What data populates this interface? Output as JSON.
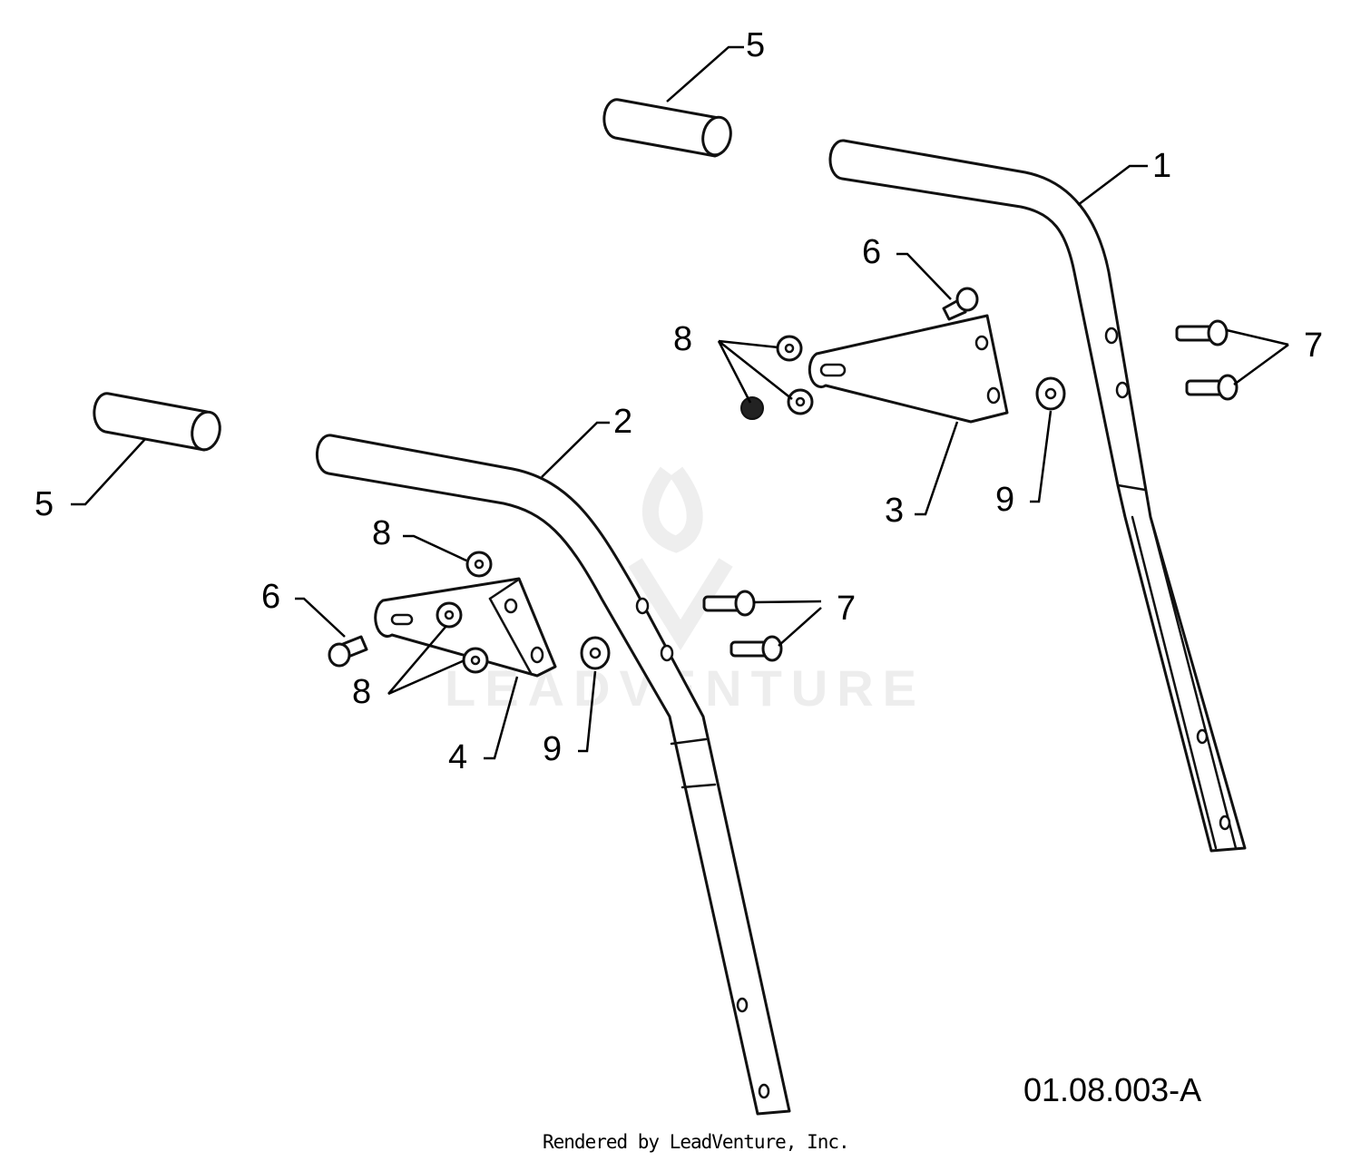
{
  "diagram_code": "01.08.003-A",
  "credit": "Rendered by LeadVenture, Inc.",
  "watermark": "LEADVENTURE",
  "callouts": {
    "c1": "1",
    "c2": "2",
    "c3": "3",
    "c4": "4",
    "c5_top": "5",
    "c5_left": "5",
    "c6_right": "6",
    "c6_left": "6",
    "c7_right": "7",
    "c7_left": "7",
    "c8_right": "8",
    "c8_mid": "8",
    "c8_left": "8",
    "c9_right": "9",
    "c9_left": "9"
  }
}
